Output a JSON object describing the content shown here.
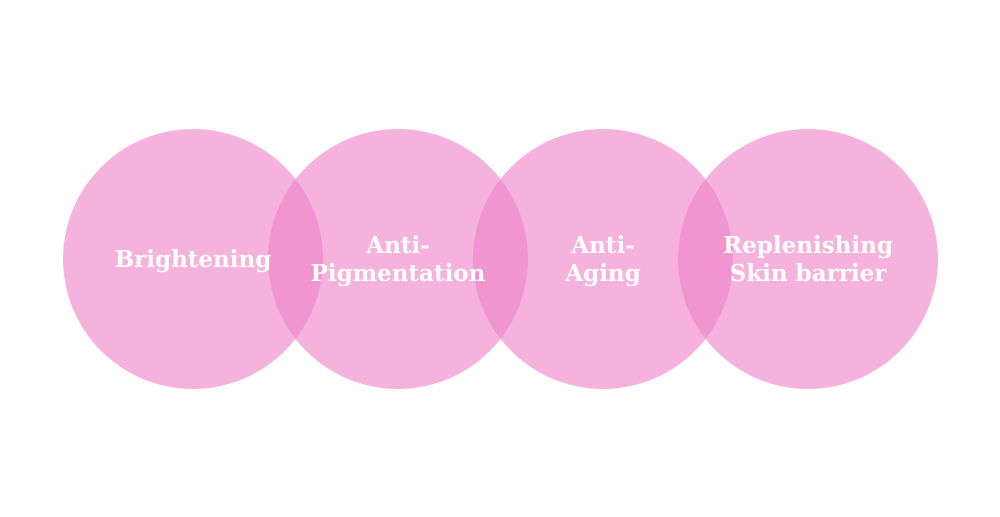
{
  "diagram": {
    "circle_color": "#ee82c8",
    "circle_opacity": 0.62,
    "label_color": "#ffffff",
    "circles": [
      {
        "lines": [
          "Brightening"
        ]
      },
      {
        "lines": [
          "Anti-",
          "Pigmentation"
        ]
      },
      {
        "lines": [
          "Anti-",
          "Aging"
        ]
      },
      {
        "lines": [
          "Replenishing",
          "Skin barrier"
        ]
      }
    ]
  }
}
